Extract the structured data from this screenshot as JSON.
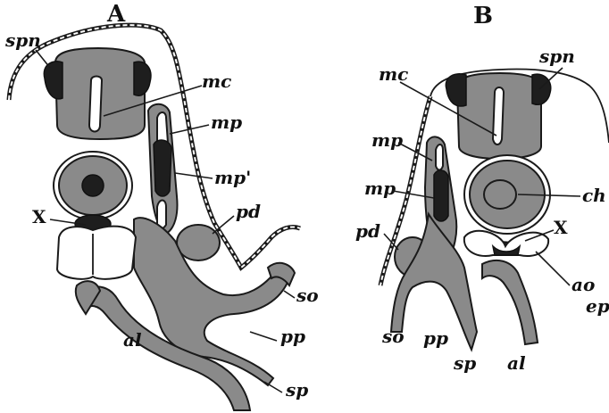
{
  "panels": {
    "A": {
      "title": "A",
      "labels": {
        "spn": "spn",
        "mc": "mc",
        "mp": "mp",
        "mp2": "mp'",
        "x": "X",
        "pd": "pd",
        "so": "so",
        "pp": "pp",
        "al": "al",
        "sp": "sp"
      }
    },
    "B": {
      "title": "B",
      "labels": {
        "spn": "spn",
        "mc": "mc",
        "mp1": "mp",
        "mp2": "mp",
        "ch": "ch",
        "x": "X",
        "pd": "pd",
        "ao": "ao",
        "ep": "ep",
        "so": "so",
        "pp": "pp",
        "sp": "sp",
        "al": "al"
      }
    }
  }
}
